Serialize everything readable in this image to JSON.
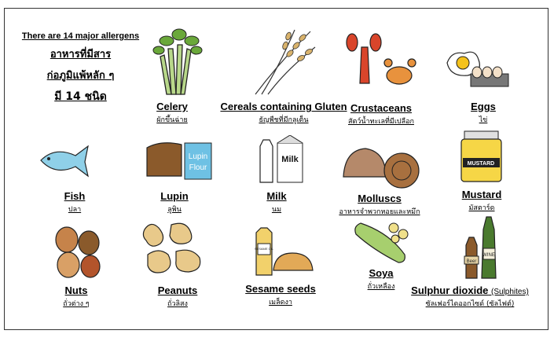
{
  "title": {
    "english": "There are 14 major allergens",
    "thai_line1": "อาหารที่มีสาร",
    "thai_line2": "ก่อภูมิแพ้หลัก ๆ",
    "thai_line3": "มี 14 ชนิด"
  },
  "allergens": [
    {
      "name": "Celery",
      "thai": "ผักขึ้นฉ่าย",
      "icon": "celery-icon"
    },
    {
      "name": "Cereals containing Gluten",
      "thai": "ธัญพืชที่มีกลูเต็น",
      "icon": "wheat-icon"
    },
    {
      "name": "Crustaceans",
      "thai": "สัตว์น้ำทะเลที่มีเปลือก",
      "icon": "lobster-crab-icon"
    },
    {
      "name": "Eggs",
      "thai": "ไข่",
      "icon": "eggs-icon"
    },
    {
      "name": "Fish",
      "thai": "ปลา",
      "icon": "fish-icon"
    },
    {
      "name": "Lupin",
      "thai": "ลูพิน",
      "icon": "lupin-flour-icon",
      "pack_text_1": "Lupin",
      "pack_text_2": "Flour"
    },
    {
      "name": "Milk",
      "thai": "นม",
      "icon": "milk-icon",
      "pack_text": "Milk"
    },
    {
      "name": "Molluscs",
      "thai": "อาหารจำพวกหอยและหมึก",
      "icon": "shell-icon"
    },
    {
      "name": "Mustard",
      "thai": "มัสตาร์ด",
      "icon": "mustard-jar-icon",
      "jar_text": "MUSTARD"
    },
    {
      "name": "Nuts",
      "thai": "ถั่วต่าง ๆ",
      "icon": "nuts-icon"
    },
    {
      "name": "Peanuts",
      "thai": "ถั่วลิสง",
      "icon": "peanuts-icon"
    },
    {
      "name": "Sesame seeds",
      "thai": "เมล็ดงา",
      "icon": "sesame-icon",
      "bottle_text": "SESAME OIL"
    },
    {
      "name": "Soya",
      "thai": "ถั่วเหลือง",
      "icon": "soya-icon"
    },
    {
      "name": "Sulphur dioxide",
      "note": "(Sulphites)",
      "thai": "ซัลเฟอร์ไดออกไซด์ (ซัลไฟต์)",
      "icon": "wine-beer-icon",
      "bottle_text_1": "Beer",
      "bottle_text_2": "WINE"
    }
  ]
}
